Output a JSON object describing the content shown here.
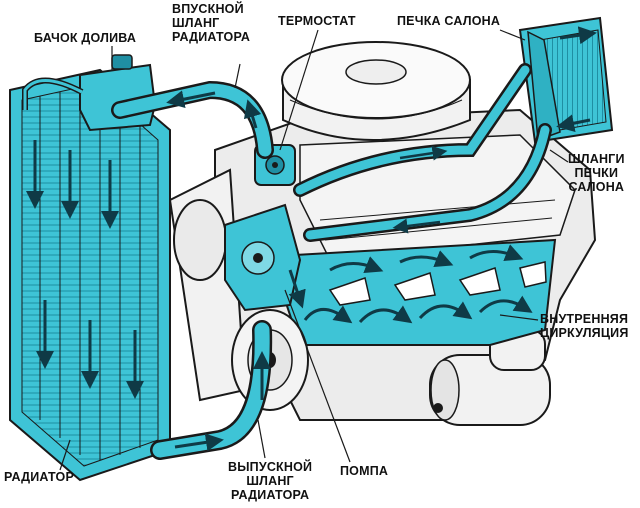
{
  "labels": {
    "tank": "БАЧОК ДОЛИВА",
    "inlet_hose": [
      "ВПУСКНОЙ",
      "ШЛАНГ",
      "РАДИАТОРА"
    ],
    "thermostat": "ТЕРМОСТАТ",
    "heater": "ПЕЧКА САЛОНА",
    "heater_hoses": [
      "ШЛАНГИ",
      "ПЕЧКИ",
      "САЛОНА"
    ],
    "internal": [
      "ВНУТРЕННЯЯ",
      "ЦИРКУЛЯЦИЯ"
    ],
    "pump": "ПОМПА",
    "outlet_hose": [
      "ВЫПУСКНОЙ",
      "ШЛАНГ",
      "РАДИАТОРА"
    ],
    "radiator": "РАДИАТОР"
  },
  "colors": {
    "coolant": "#3ec4d6",
    "coolant_dark": "#1f8fa3",
    "metal": "#ececec",
    "outline": "#1a1a1a",
    "flow_arrow": "#0f3a46"
  }
}
